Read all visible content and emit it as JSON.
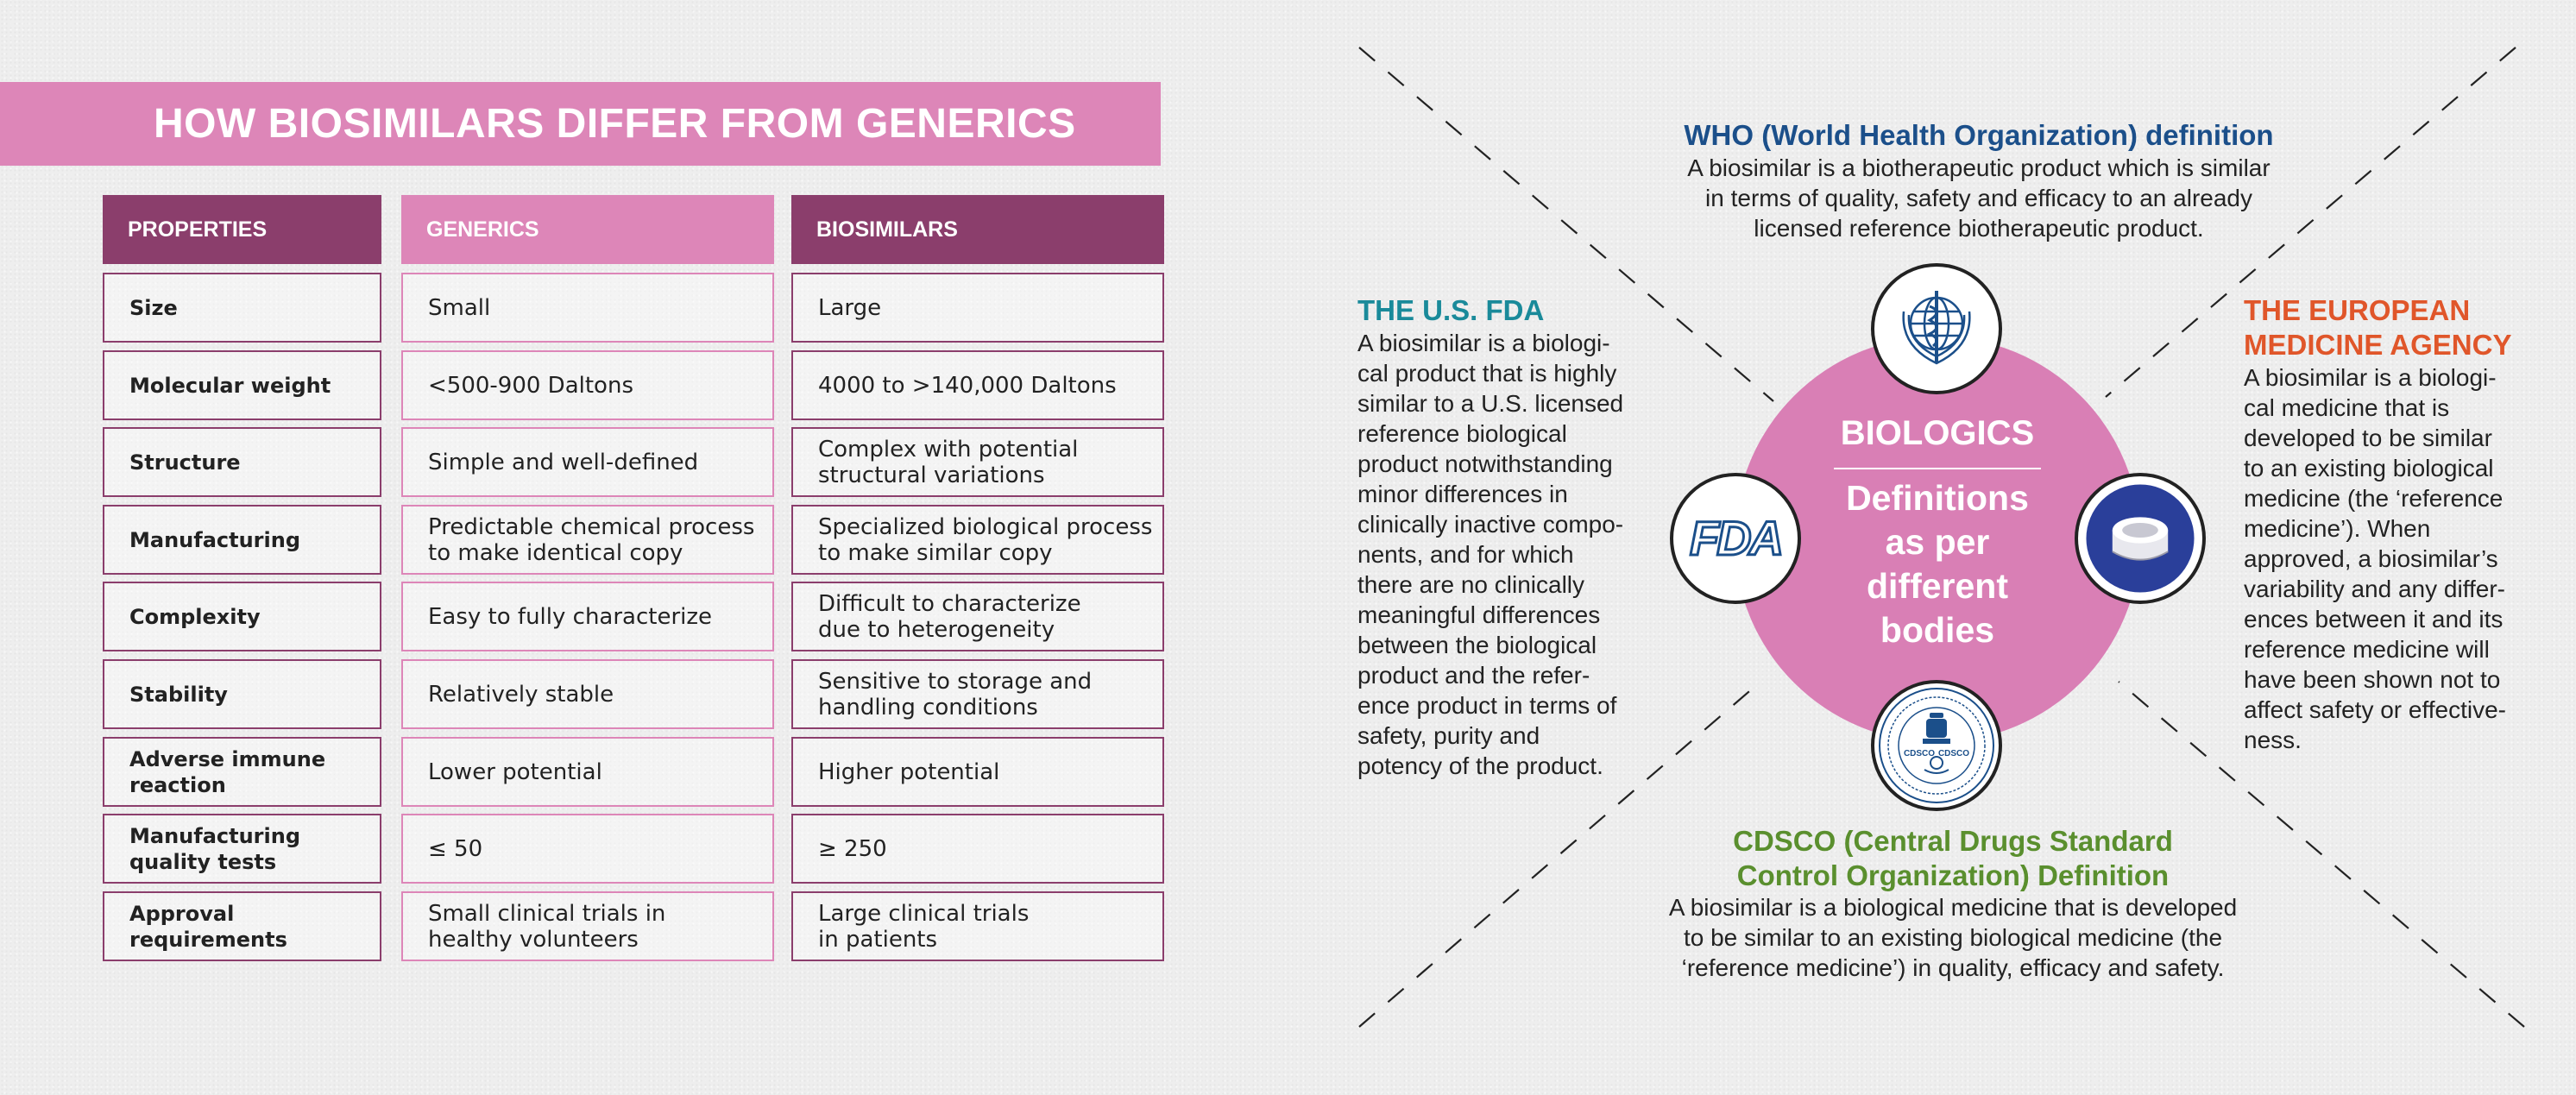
{
  "table": {
    "title": "HOW BIOSIMILARS DIFFER FROM GENERICS",
    "headers": [
      "PROPERTIES",
      "GENERICS",
      "BIOSIMILARS"
    ],
    "rows": [
      {
        "property": "Size",
        "generics": "Small",
        "biosimilars": "Large"
      },
      {
        "property": "Molecular weight",
        "generics": "<500-900 Daltons",
        "biosimilars": "4000 to >140,000 Daltons"
      },
      {
        "property": "Structure",
        "generics": "Simple and well-defined",
        "biosimilars": "Complex with potential\nstructural variations"
      },
      {
        "property": "Manufacturing",
        "generics": "Predictable chemical process\nto make identical copy",
        "biosimilars": "Specialized biological process\nto make similar copy"
      },
      {
        "property": "Complexity",
        "generics": "Easy to fully characterize",
        "biosimilars": "Difficult to characterize\ndue to heterogeneity"
      },
      {
        "property": "Stability",
        "generics": "Relatively stable",
        "biosimilars": "Sensitive to storage and\nhandling conditions"
      },
      {
        "property": "Adverse immune\nreaction",
        "generics": "Lower potential",
        "biosimilars": "Higher potential"
      },
      {
        "property": "Manufacturing\nquality tests",
        "generics": "≤ 50",
        "biosimilars": "≥ 250"
      },
      {
        "property": "Approval\nrequirements",
        "generics": "Small clinical trials in\nhealthy volunteers",
        "biosimilars": "Large clinical trials\nin patients"
      }
    ]
  },
  "center": {
    "title": "BIOLOGICS",
    "subtitle": "Definitions\nas per\ndifferent\nbodies"
  },
  "definitions": {
    "who": {
      "title": "WHO (World Health Organization) definition",
      "lines": [
        "A biosimilar is a biotherapeutic product which is similar",
        "in terms of quality, safety and efficacy to an already",
        "licensed reference biotherapeutic product."
      ],
      "color": "#1b4f8a"
    },
    "fda": {
      "title": "THE U.S. FDA",
      "lines": [
        "A biosimilar is a biologi-",
        "cal product that is highly",
        "similar to a U.S. licensed",
        "reference biological",
        "product notwithstanding",
        "minor differences in",
        "clinically inactive compo-",
        "nents, and for which",
        "there are no clinically",
        "meaningful differences",
        "between the biological",
        "product and the refer-",
        "ence product in terms of",
        "safety, purity and",
        "potency of the product."
      ],
      "color": "#1a8a9a"
    },
    "ema": {
      "title_lines": [
        "THE EUROPEAN",
        "MEDICINE AGENCY"
      ],
      "lines": [
        "A biosimilar is a biologi-",
        "cal medicine that is",
        "developed to be similar",
        "to an existing biological",
        "medicine (the ‘reference",
        "medicine’). When",
        "approved, a biosimilar’s",
        "variability and any differ-",
        "ences between it and its",
        "reference medicine will",
        "have been shown not to",
        "affect safety or effective-",
        "ness."
      ],
      "color": "#e0562a"
    },
    "cdsco": {
      "title_lines": [
        "CDSCO (Central Drugs Standard",
        "Control Organization) Definition"
      ],
      "lines": [
        "A biosimilar is a biological medicine that is developed",
        "to be similar to an existing biological medicine (the",
        "‘reference medicine’) in quality, efficacy and safety."
      ],
      "color": "#5a8f2e"
    }
  },
  "badges": {
    "fda_logo_text": "FDA",
    "cdsco_seal_text": "CDSCO"
  },
  "icons": [
    "who-emblem-icon",
    "fda-logo-icon",
    "ema-logo-icon",
    "cdsco-seal-icon"
  ],
  "colors": {
    "pink": "#dd86b8",
    "plum": "#8b3e6c"
  }
}
